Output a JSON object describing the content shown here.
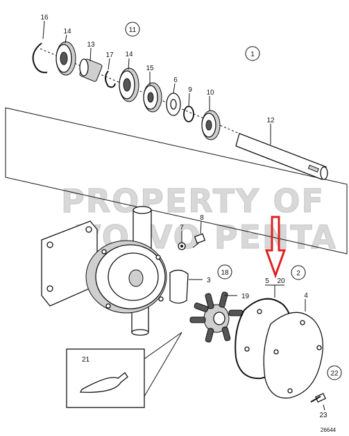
{
  "diagram": {
    "watermark_line1": "PROPERTY OF",
    "watermark_line2": "VOLVO PENTA",
    "reference_number": "26644",
    "circled_labels": [
      {
        "id": "c11",
        "text": "11"
      },
      {
        "id": "c1",
        "text": "1"
      },
      {
        "id": "c18",
        "text": "18"
      },
      {
        "id": "c2",
        "text": "2"
      },
      {
        "id": "c22",
        "text": "22"
      }
    ],
    "part_labels": [
      {
        "id": "p16",
        "text": "16"
      },
      {
        "id": "p14a",
        "text": "14"
      },
      {
        "id": "p13",
        "text": "13"
      },
      {
        "id": "p17",
        "text": "17"
      },
      {
        "id": "p14b",
        "text": "14"
      },
      {
        "id": "p15",
        "text": "15"
      },
      {
        "id": "p6",
        "text": "6"
      },
      {
        "id": "p9",
        "text": "9"
      },
      {
        "id": "p10",
        "text": "10"
      },
      {
        "id": "p12",
        "text": "12"
      },
      {
        "id": "p7",
        "text": "7"
      },
      {
        "id": "p8",
        "text": "8"
      },
      {
        "id": "p3",
        "text": "3"
      },
      {
        "id": "p19",
        "text": "19"
      },
      {
        "id": "p4",
        "text": "4"
      },
      {
        "id": "p5",
        "text": "5"
      },
      {
        "id": "p20",
        "text": "20"
      },
      {
        "id": "p21",
        "text": "21"
      },
      {
        "id": "p23",
        "text": "23"
      }
    ],
    "highlight_arrow_color": "#e02020"
  }
}
